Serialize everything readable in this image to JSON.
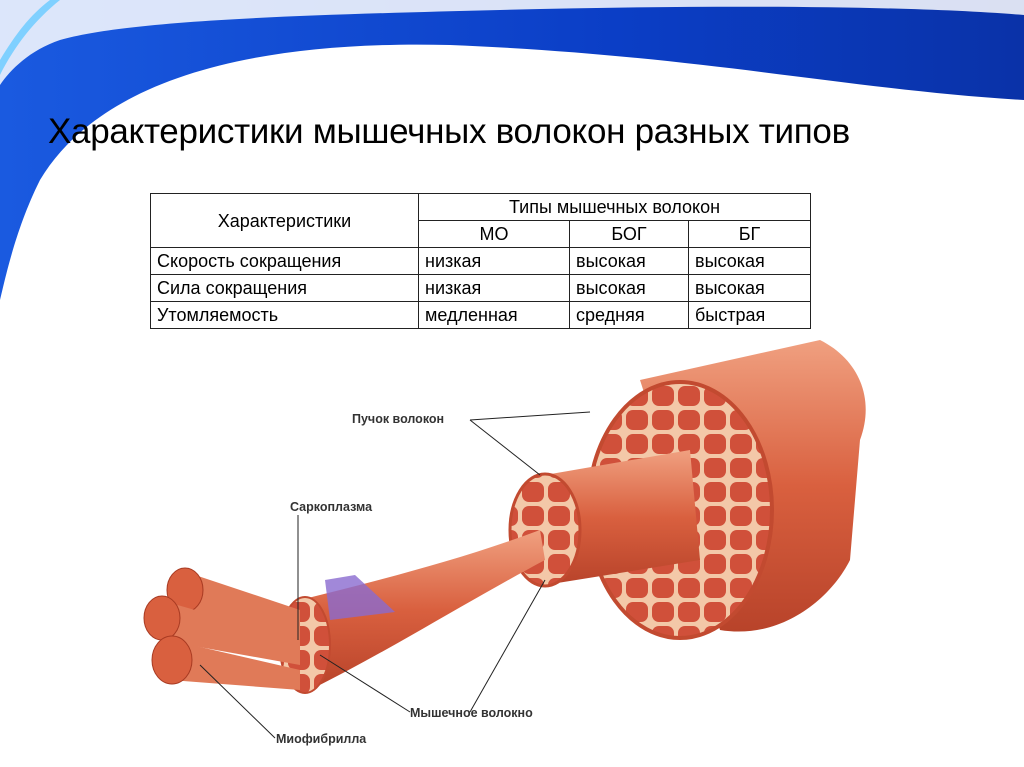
{
  "slide": {
    "title": "Характеристики мышечных волокон разных типов"
  },
  "table": {
    "header_characteristics": "Характеристики",
    "header_group": "Типы мышечных волокон",
    "types": [
      "МО",
      "БОГ",
      "БГ"
    ],
    "rows": [
      {
        "label": "Скорость сокращения",
        "values": [
          "низкая",
          "высокая",
          "высокая"
        ]
      },
      {
        "label": "Сила сокращения",
        "values": [
          "низкая",
          "высокая",
          "высокая"
        ]
      },
      {
        "label": "Утомляемость",
        "values": [
          "медленная",
          "средняя",
          "быстрая"
        ]
      }
    ]
  },
  "diagram": {
    "labels": {
      "bundle": "Пучок волокон",
      "sarcoplasm": "Саркоплазма",
      "fiber": "Мышечное волокно",
      "myofibril": "Миофибрилла"
    }
  },
  "colors": {
    "accent": "#0a3fc8",
    "muscle": "#d9603f"
  }
}
